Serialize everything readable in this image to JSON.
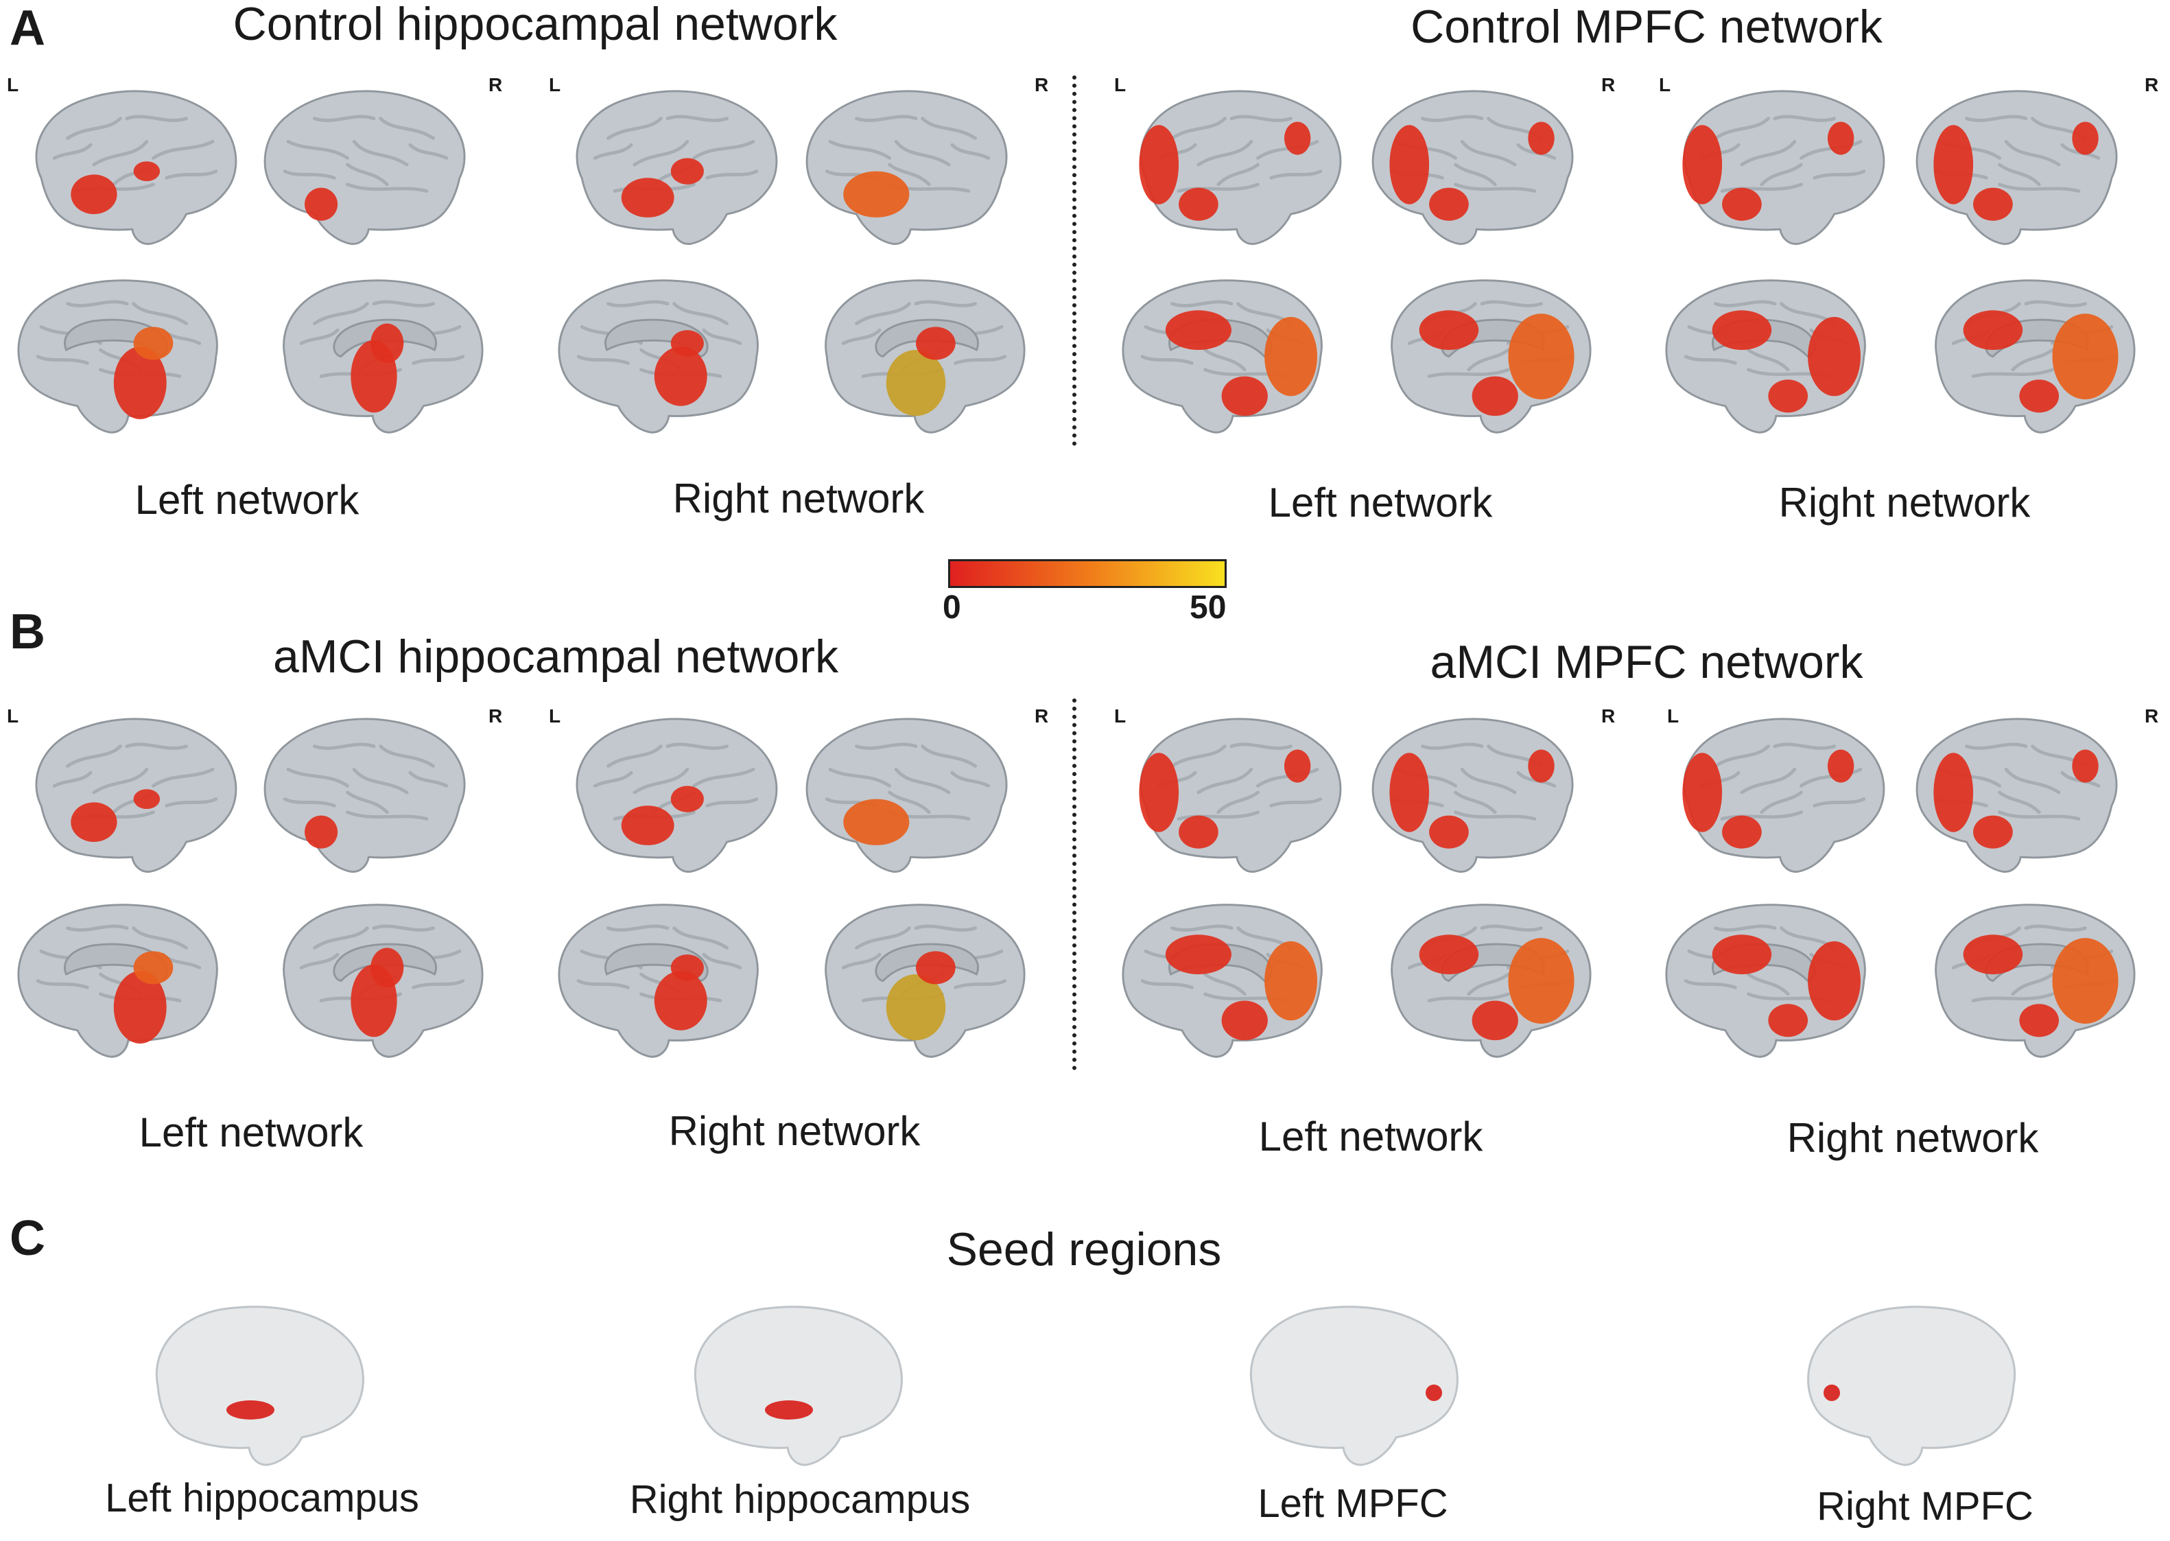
{
  "panels": {
    "A": {
      "letter": "A",
      "left_title": "Control hippocampal network",
      "right_title": "Control MPFC network",
      "labels": [
        "Left network",
        "Right network",
        "Left network",
        "Right network"
      ]
    },
    "B": {
      "letter": "B",
      "left_title": "aMCI hippocampal network",
      "right_title": "aMCI MPFC network",
      "labels": [
        "Left network",
        "Right network",
        "Left network",
        "Right network"
      ]
    },
    "C": {
      "letter": "C",
      "title": "Seed regions",
      "labels": [
        "Left hippocampus",
        "Right hippocampus",
        "Left MPFC",
        "Right MPFC"
      ]
    }
  },
  "hemisphere_labels": {
    "left": "L",
    "right": "R"
  },
  "colorbar": {
    "min_label": "0",
    "max_label": "50",
    "colors": [
      "#e02020",
      "#f07a1a",
      "#f8e020"
    ]
  },
  "colors": {
    "brain": "#c3c8ce",
    "brain_dark": "#9aa1a8",
    "activation": "#e0301e",
    "seed": "#d8201a"
  }
}
